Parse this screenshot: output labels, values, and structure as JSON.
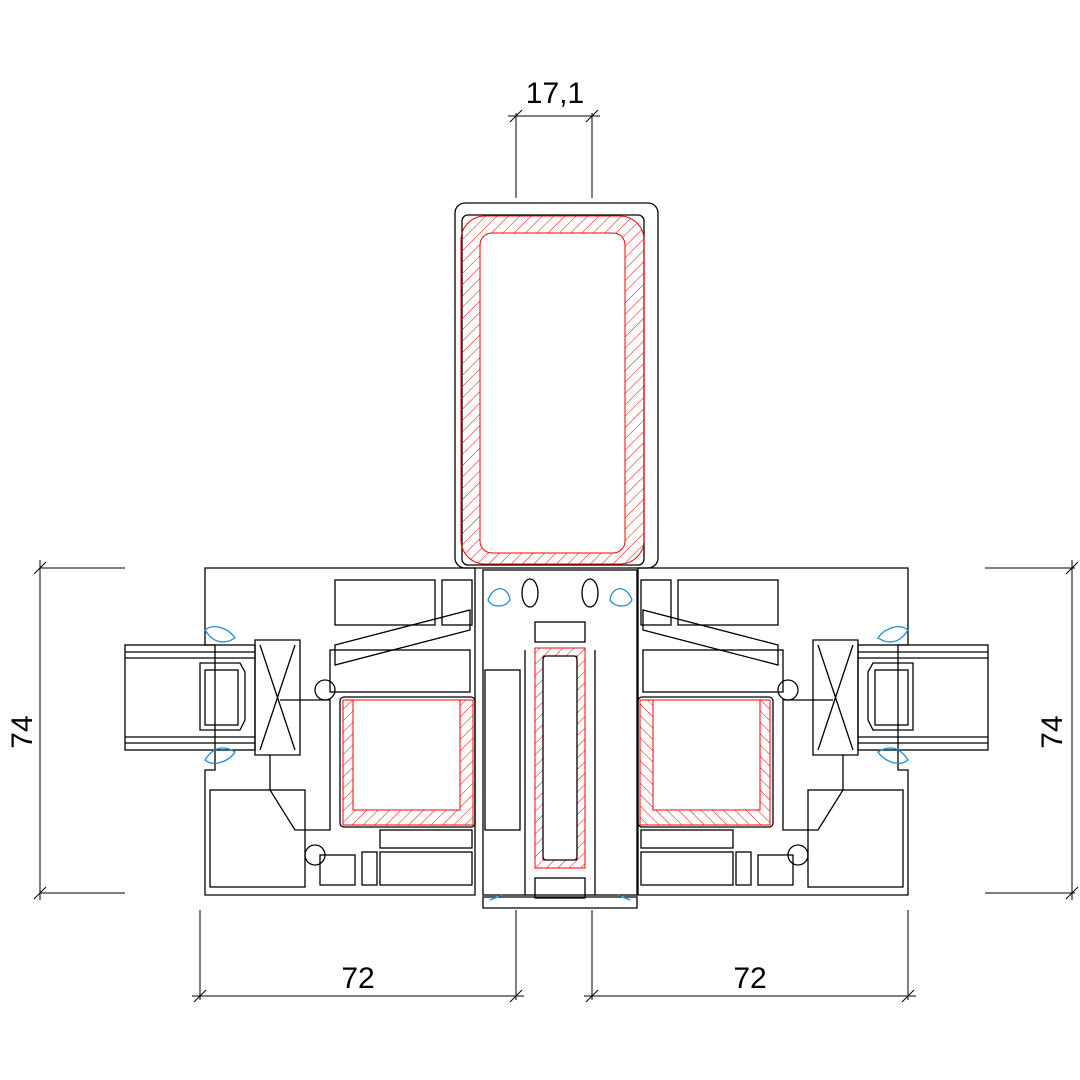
{
  "dimensions": {
    "mullion_width": "17,1",
    "height_left": "74",
    "height_right": "74",
    "width_left": "72",
    "width_right": "72"
  },
  "colors": {
    "line": "#000000",
    "reinforcement": "#ff0000",
    "gasket": "#1a8fd6"
  }
}
